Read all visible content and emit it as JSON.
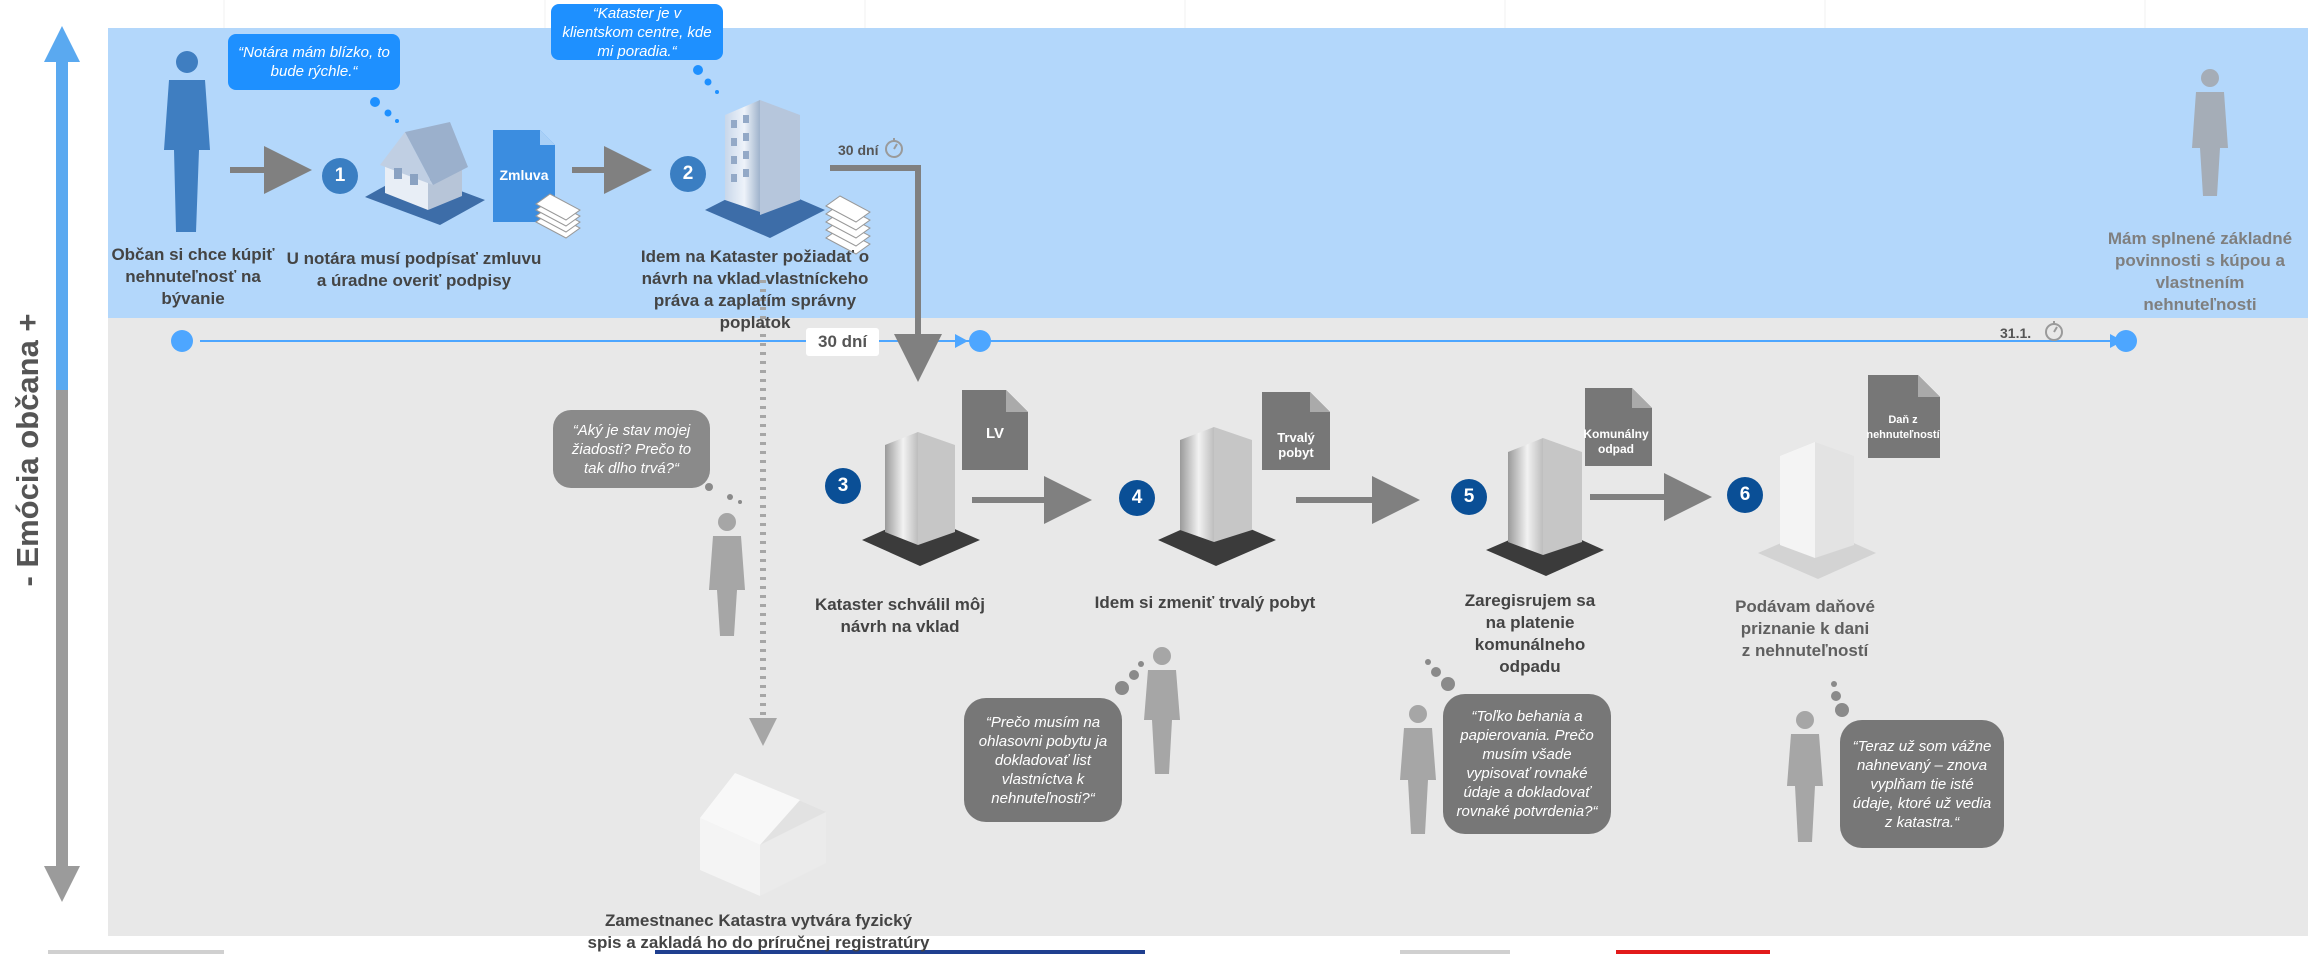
{
  "axis": {
    "title": "- Emócia občana +"
  },
  "colors": {
    "top_band": "#b3d7fb",
    "bottom_band": "#e8e8e8",
    "timeline": "#4da6ff",
    "step_top": "#3a7ec2",
    "step_bottom": "#0a4f96",
    "arrow_gray": "#808080",
    "doc_blue": "#3b8de0",
    "doc_gray": "#777777"
  },
  "steps": [
    {
      "num": "1",
      "label": "U notára musí podpísať zmluvu a úradne overiť podpisy"
    },
    {
      "num": "2",
      "label": "Idem na Kataster požiadať o návrh na vklad vlastníckeho práva a zaplatím správny poplatok"
    },
    {
      "num": "3",
      "label": "Kataster schválil môj návrh na vklad"
    },
    {
      "num": "4",
      "label": "Idem si zmeniť trvalý pobyt"
    },
    {
      "num": "5",
      "label": "Zaregisrujem sa na platenie komunálneho odpadu"
    },
    {
      "num": "6",
      "label": "Podávam daňové priznanie k dani z nehnuteľností"
    }
  ],
  "start_label": "Občan si chce kúpiť nehnuteľnosť na bývanie",
  "end_label": "Mám splnené základné povinnosti s kúpou a vlastnením nehnuteľnosti",
  "registry_label": "Zamestnanec Katastra vytvára fyzický spis a zakladá ho do príručnej registratúry",
  "documents": {
    "contract": "Zmluva",
    "lv": "LV",
    "residence": "Trvalý pobyt",
    "waste": "Komunálny odpad",
    "tax": "Daň z nehnuteľností"
  },
  "timers": {
    "top_wait": "30 dní",
    "timeline_wait": "30 dní",
    "deadline": "31.1."
  },
  "bubbles": [
    {
      "text": "“Notára mám blízko, to bude rýchle.“"
    },
    {
      "text": "“Kataster je v klientskom centre, kde mi poradia.“"
    },
    {
      "text": "“Aký je stav mojej žiadosti? Prečo to tak dlho trvá?“"
    },
    {
      "text": "“Prečo musím na ohlasovni pobytu ja dokladovať list vlastníctva k nehnuteľnosti?“"
    },
    {
      "text": "“Toľko behania a papierovania. Prečo musím všade vypisovať rovnaké údaje a dokladovať rovnaké potvrdenia?“"
    },
    {
      "text": "“Teraz už som vážne nahnevaný – znova vyplňam tie isté údaje, ktoré už vedia z katastra.“"
    }
  ]
}
